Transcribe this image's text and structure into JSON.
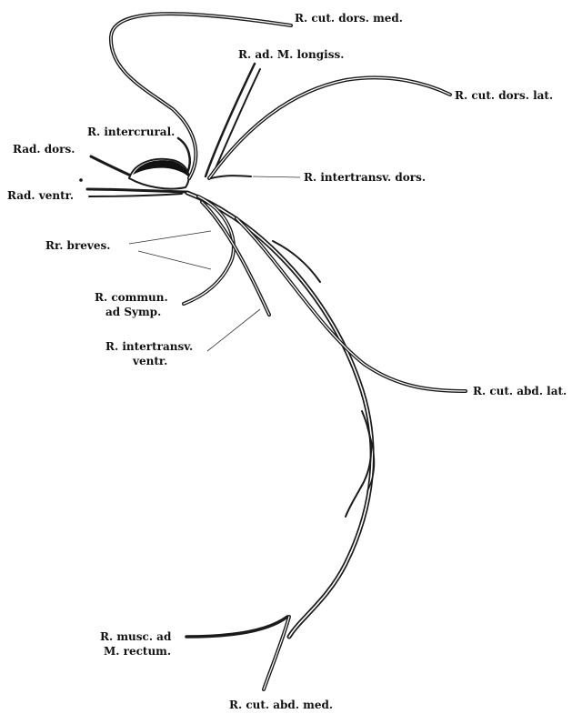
{
  "labels": {
    "cut_dors_med": "R. cut. dors. med.",
    "ad_longiss": "R. ad. M. longiss.",
    "cut_dors_lat": "R. cut. dors. lat.",
    "intercrural": "R. intercrural.",
    "rad_dors": "Rad. dors.",
    "rad_ventr": "Rad. ventr.",
    "intertransv_dors": "R. intertransv. dors.",
    "rr_breves": "Rr. breves.",
    "commun_1": "R. commun.",
    "commun_2": "ad Symp.",
    "intertransv_ventr_1": "R. intertransv.",
    "intertransv_ventr_2": "ventr.",
    "cut_abd_lat": "R. cut. abd. lat.",
    "musc_rectum_1": "R. musc. ad",
    "musc_rectum_2": "M. rectum.",
    "cut_abd_med": "R. cut. abd. med."
  }
}
